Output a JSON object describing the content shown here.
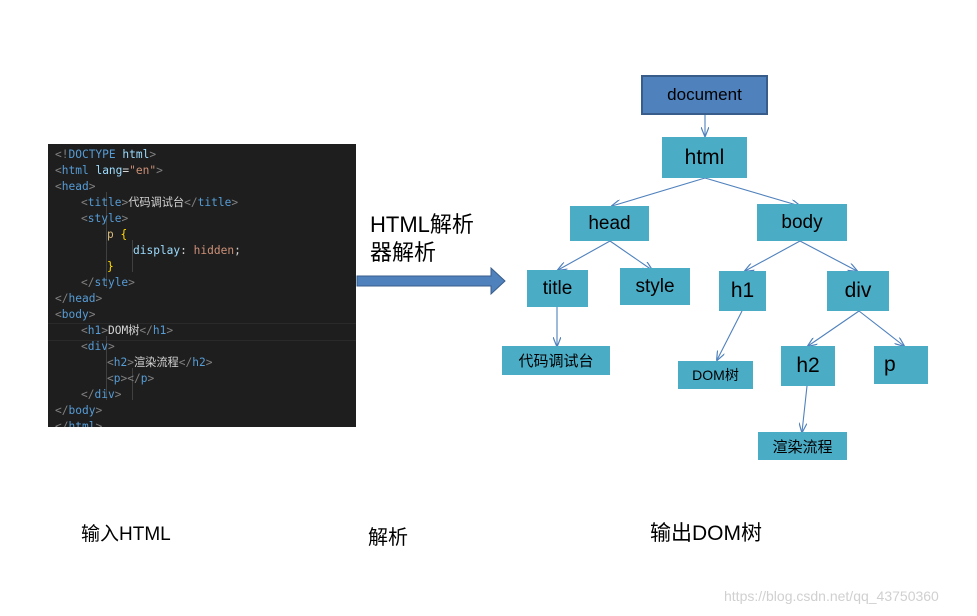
{
  "code_lines": [
    "<!DOCTYPE html>",
    "<html lang=\"en\">",
    "<head>",
    "<title>代码调试台</title>",
    "<style>",
    "p {",
    "display: hidden;",
    "}",
    "</style>",
    "</head>",
    "<body>",
    "<h1>DOM树</h1>",
    "<div>",
    "<h2>渲染流程</h2>",
    "<p></p>",
    "</div>",
    "</body>",
    "</html>"
  ],
  "arrow_label": "HTML解析器解析",
  "tree": {
    "document": "document",
    "html": "html",
    "head": "head",
    "body": "body",
    "title": "title",
    "style": "style",
    "h1": "h1",
    "div": "div",
    "title_text": "代码调试台",
    "h1_text": "DOM树",
    "h2": "h2",
    "p": "p",
    "h2_text": "渲染流程"
  },
  "captions": {
    "input": "输入HTML",
    "parse": "解析",
    "output": "输出DOM树"
  },
  "watermark": "https://blog.csdn.net/qq_43750360",
  "colors": {
    "editor_bg": "#1e1e1e",
    "node_fill": "#4bacc6",
    "root_fill": "#4f81bd",
    "arrow_fill": "#4f81bd",
    "connector": "#4f81bd"
  }
}
